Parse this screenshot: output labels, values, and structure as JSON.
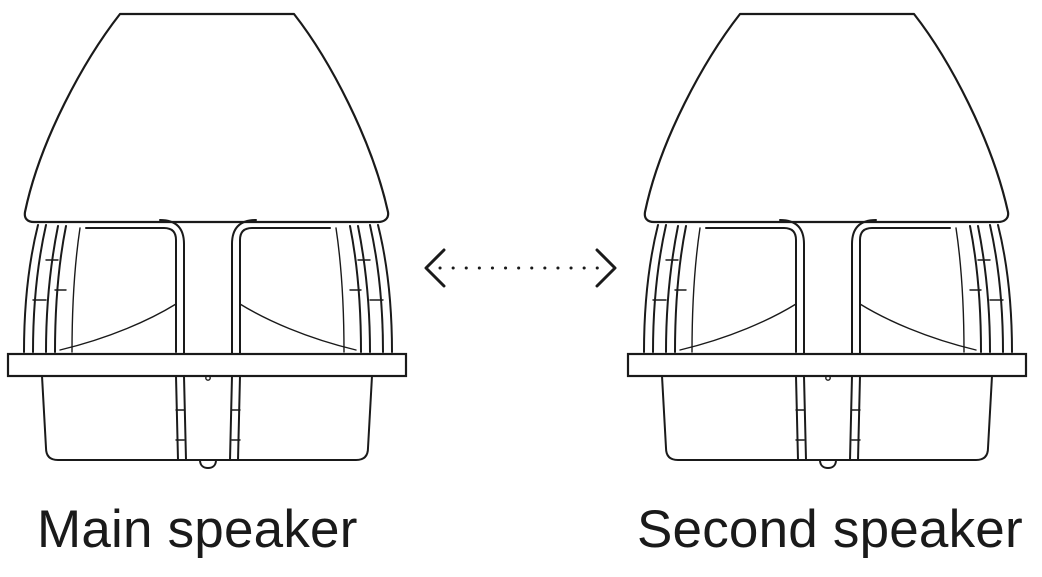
{
  "labels": {
    "main_speaker": "Main speaker",
    "second_speaker": "Second speaker"
  },
  "connector": {
    "style": "dotted",
    "direction": "bidirectional"
  },
  "colors": {
    "line": "#1a1a1a",
    "background": "#ffffff"
  }
}
